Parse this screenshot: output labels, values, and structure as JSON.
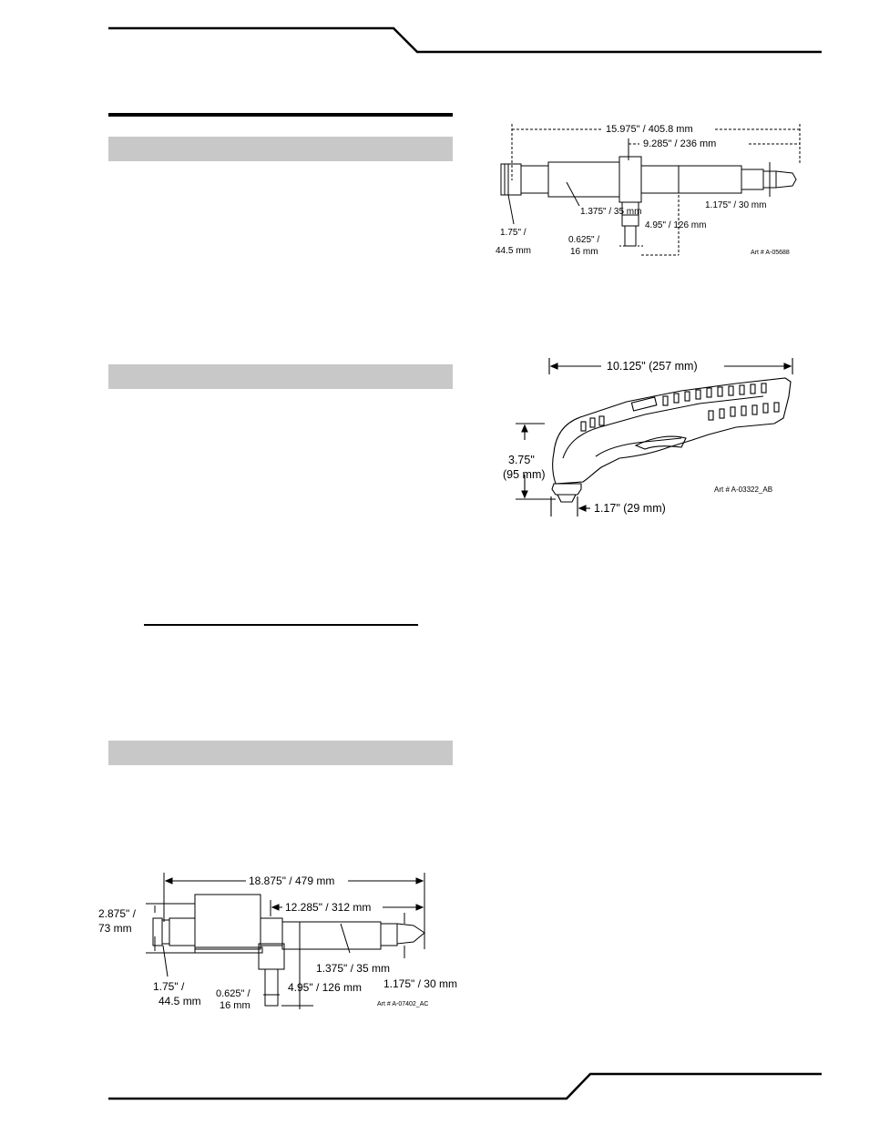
{
  "figures": {
    "fig_top_right": {
      "overall_length": "15.975\" / 405.8 mm",
      "rear_length": "9.285\" / 236 mm",
      "body_diameter": "1.375\" / 35 mm",
      "tip_diameter": "1.175\" / 30 mm",
      "height": "4.95\" / 126 mm",
      "rear_diameter_line1": "1.75\" /",
      "rear_diameter_line2": "44.5 mm",
      "stub_line1": "0.625\" /",
      "stub_line2": "16 mm",
      "art_id": "Art # A-05688"
    },
    "fig_hand_torch": {
      "length": "10.125\" (257 mm)",
      "height_line1": "3.75\"",
      "height_line2": "(95 mm)",
      "head_width": "1.17\" (29 mm)",
      "art_id": "Art # A-03322_AB"
    },
    "fig_machine_torch": {
      "overall_length": "18.875\" / 479 mm",
      "rear_length": "12.285\"  / 312 mm",
      "body_height_line1": "2.875\" /",
      "body_height_line2": "73 mm",
      "body_diameter": "1.375\" / 35 mm",
      "tip_diameter": "1.175\" / 30 mm",
      "height": "4.95\" / 126 mm",
      "rear_diameter_line1": "1.75\" /",
      "rear_diameter_line2": "44.5 mm",
      "stub_line1": "0.625\" /",
      "stub_line2": "16 mm",
      "art_id": "Art # A-07402_AC"
    }
  }
}
